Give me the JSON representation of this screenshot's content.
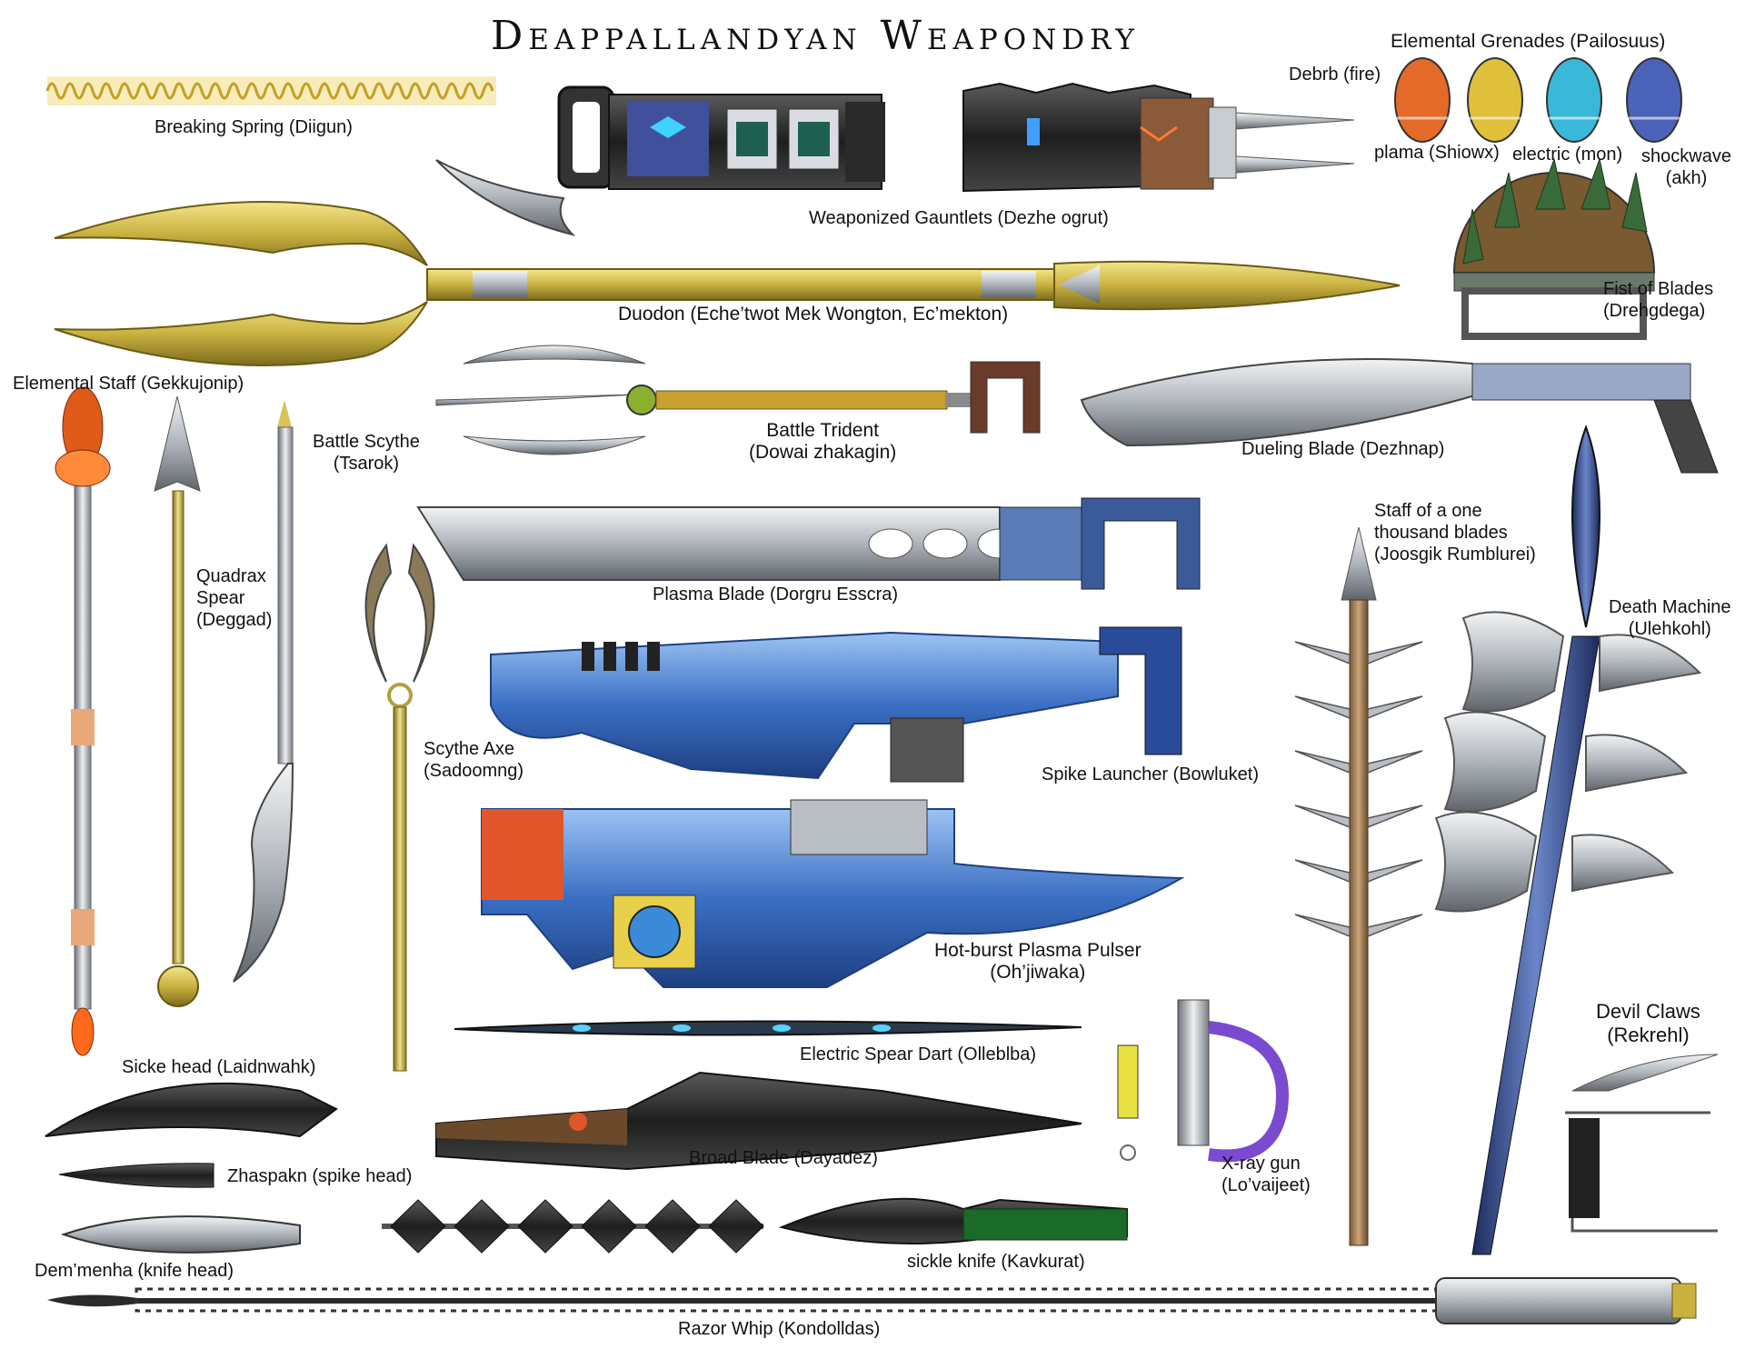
{
  "title": "Deappallandyan Weapondry",
  "colors": {
    "gold": "#c9b240",
    "steel": "#b8bec4",
    "dark": "#2b2b2b",
    "blue": "#3b6fc4",
    "orange": "#e0562a"
  },
  "labels": {
    "breaking_spring": "Breaking Spring (Diigun)",
    "gauntlets": "Weaponized Gauntlets (Dezhe ogrut)",
    "debrb": "Debrb (fire)",
    "grenades_title": "Elemental Grenades (Pailosuus)",
    "plama": "plama (Shiowx)",
    "electric": "electric (mon)",
    "shockwave_1": "shockwave",
    "shockwave_2": "(akh)",
    "duodon": "Duodon (Eche’twot Mek Wongton, Ec’mekton)",
    "fist_1": "Fist of Blades",
    "fist_2": "(Drehgdega)",
    "elemental_staff": "Elemental Staff (Gekkujonip)",
    "battle_scythe_1": "Battle Scythe",
    "battle_scythe_2": "(Tsarok)",
    "trident_1": "Battle Trident",
    "trident_2": "(Dowai zhakagin)",
    "dueling": "Dueling Blade  (Dezhnap)",
    "quadrax_1": "Quadrax",
    "quadrax_2": "Spear",
    "quadrax_3": "(Deggad)",
    "plasma_blade": "Plasma Blade (Dorgru Esscra)",
    "staff_thousand_1": "Staff of a one",
    "staff_thousand_2": "thousand blades",
    "staff_thousand_3": "(Joosgik Rumblurei)",
    "death_machine_1": "Death Machine",
    "death_machine_2": "(Ulehkohl)",
    "scythe_axe_1": "Scythe Axe",
    "scythe_axe_2": "(Sadoomng)",
    "spike_launcher": "Spike Launcher (Bowluket)",
    "hotburst_1": "Hot-burst Plasma Pulser",
    "hotburst_2": "(Oh’jiwaka)",
    "devil_1": "Devil Claws",
    "devil_2": "(Rekrehl)",
    "sicke": "Sicke head (Laidnwahk)",
    "electric_dart": "Electric Spear Dart (Olleblba)",
    "zhaspakn": "Zhaspakn (spike head)",
    "broad_blade": "Broad Blade (Dayadez)",
    "xray_1": "X-ray gun",
    "xray_2": "(Lo’vaijeet)",
    "demmenha": "Dem’menha (knife head)",
    "sickle_knife": "sickle knife (Kavkurat)",
    "razor_whip": "Razor Whip (Kondolldas)"
  }
}
